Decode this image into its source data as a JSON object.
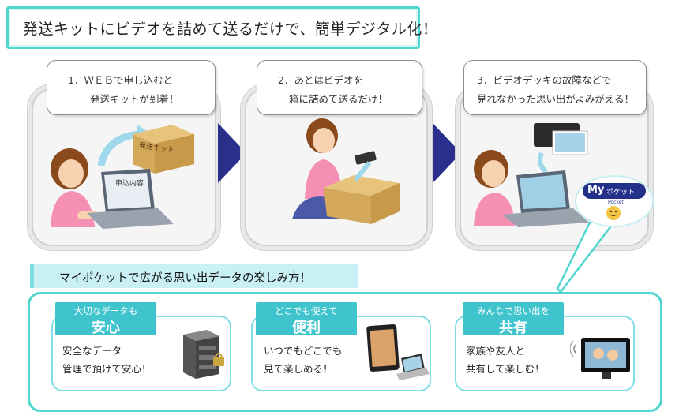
{
  "banner": {
    "text": "発送キットにビデオを詰めて送るだけで、簡単デジタル化！"
  },
  "steps": [
    {
      "line1": "1．ＷＥＢで申し込むと",
      "line2": "発送キットが到着！",
      "box_label": "発送キット",
      "screen_label": "申込内容"
    },
    {
      "line1": "2．あとはビデオを",
      "line2": "箱に詰めて送るだけ！"
    },
    {
      "line1": "3．ビデオデッキの故障などで",
      "line2": "見れなかった思い出がよみがえる！"
    }
  ],
  "logo": {
    "my": "My",
    "pocket": "ポケット",
    "sub": "Pocket"
  },
  "subtitle": "マイポケットで広がる思い出データの楽しみ方！",
  "cards": [
    {
      "tag": "大切なデータも",
      "title": "安心",
      "line1": "安全なデータ",
      "line2": "管理で預けて安心！"
    },
    {
      "tag": "どこでも使えて",
      "title": "便利",
      "line1": "いつでもどこでも",
      "line2": "見て楽しめる！"
    },
    {
      "tag": "みんなで思い出を",
      "title": "共有",
      "line1": "家族や友人と",
      "line2": "共有して楽しむ！"
    }
  ],
  "colors": {
    "accent": "#4fd6d0",
    "tag_bg": "#3fc3cd",
    "arrow": "#2a2f8c",
    "subbar": "#c9f0f4"
  }
}
